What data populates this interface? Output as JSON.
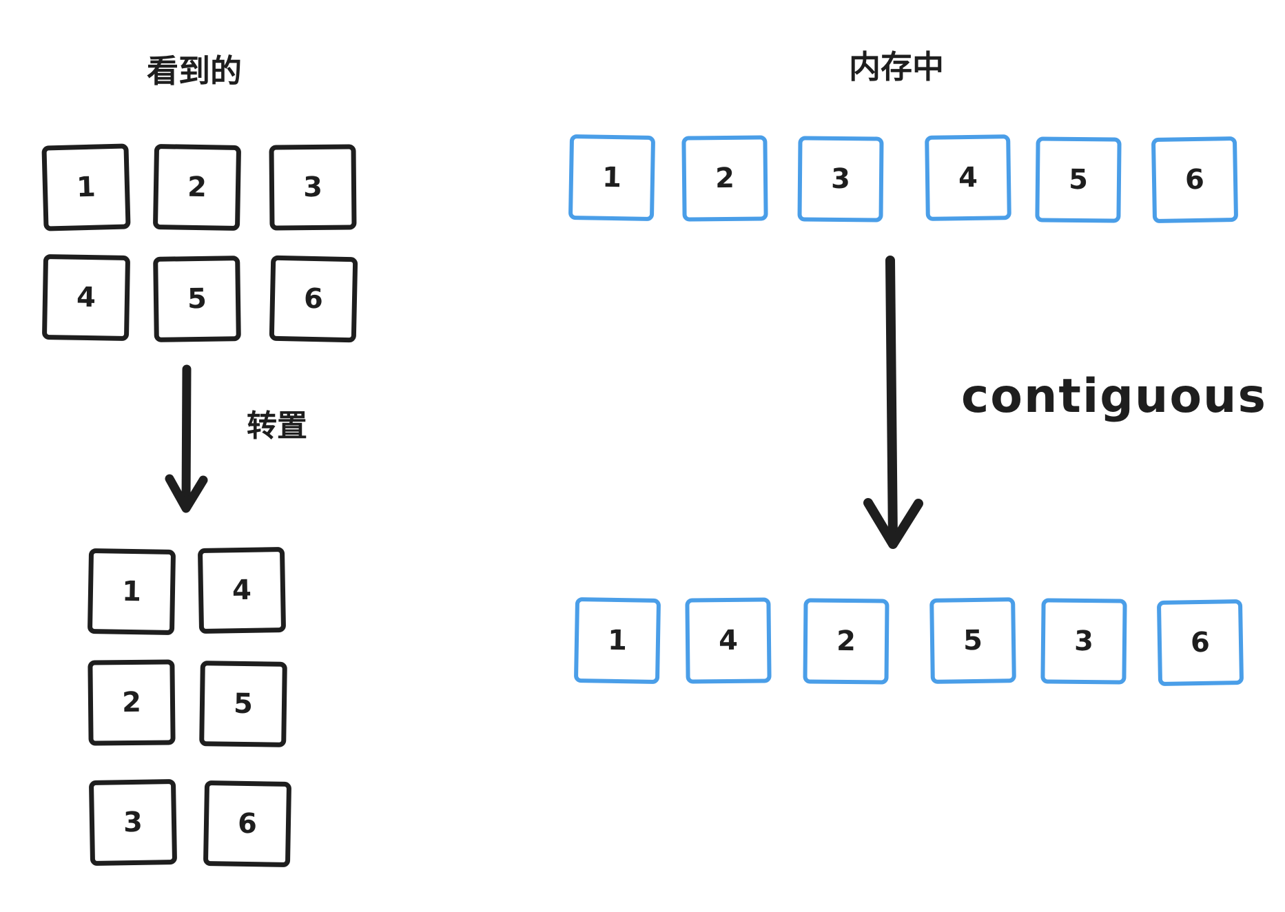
{
  "left": {
    "title": "看到的",
    "original_grid": [
      [
        "1",
        "2",
        "3"
      ],
      [
        "4",
        "5",
        "6"
      ]
    ],
    "transpose_label": "转置",
    "transposed_grid": [
      [
        "1",
        "4"
      ],
      [
        "2",
        "5"
      ],
      [
        "3",
        "6"
      ]
    ]
  },
  "right": {
    "title": "内存中",
    "memory_before": [
      "1",
      "2",
      "3",
      "4",
      "5",
      "6"
    ],
    "contiguous_label": "contiguous",
    "memory_after": [
      "1",
      "4",
      "2",
      "5",
      "3",
      "6"
    ]
  },
  "colors": {
    "ink": "#1e1e1e",
    "memory_cell_border": "#4a9ee8",
    "background": "#ffffff"
  }
}
